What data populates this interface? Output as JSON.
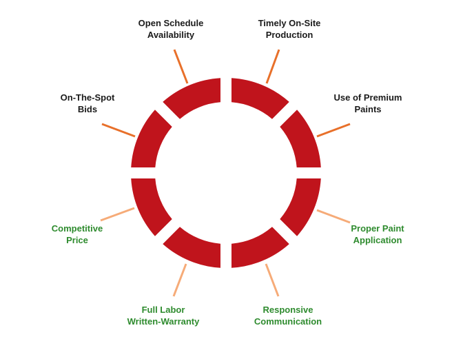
{
  "colors": {
    "segment": "#c0141c",
    "label_dark": "#1a1a1a",
    "label_green": "#2e8b2e",
    "connector_dark": "#e8702a",
    "connector_light": "#f6ab78"
  },
  "items": [
    {
      "line1": "Open Schedule",
      "line2": "Availability",
      "tone": "dark"
    },
    {
      "line1": "Timely On-Site",
      "line2": "Production",
      "tone": "dark"
    },
    {
      "line1": "On-The-Spot",
      "line2": "Bids",
      "tone": "dark"
    },
    {
      "line1": "Use of Premium",
      "line2": "Paints",
      "tone": "dark"
    },
    {
      "line1": "Competitive",
      "line2": "Price",
      "tone": "green"
    },
    {
      "line1": "Proper Paint",
      "line2": "Application",
      "tone": "green"
    },
    {
      "line1": "Full Labor",
      "line2": "Written-Warranty",
      "tone": "green"
    },
    {
      "line1": "Responsive",
      "line2": "Communication",
      "tone": "green"
    }
  ]
}
